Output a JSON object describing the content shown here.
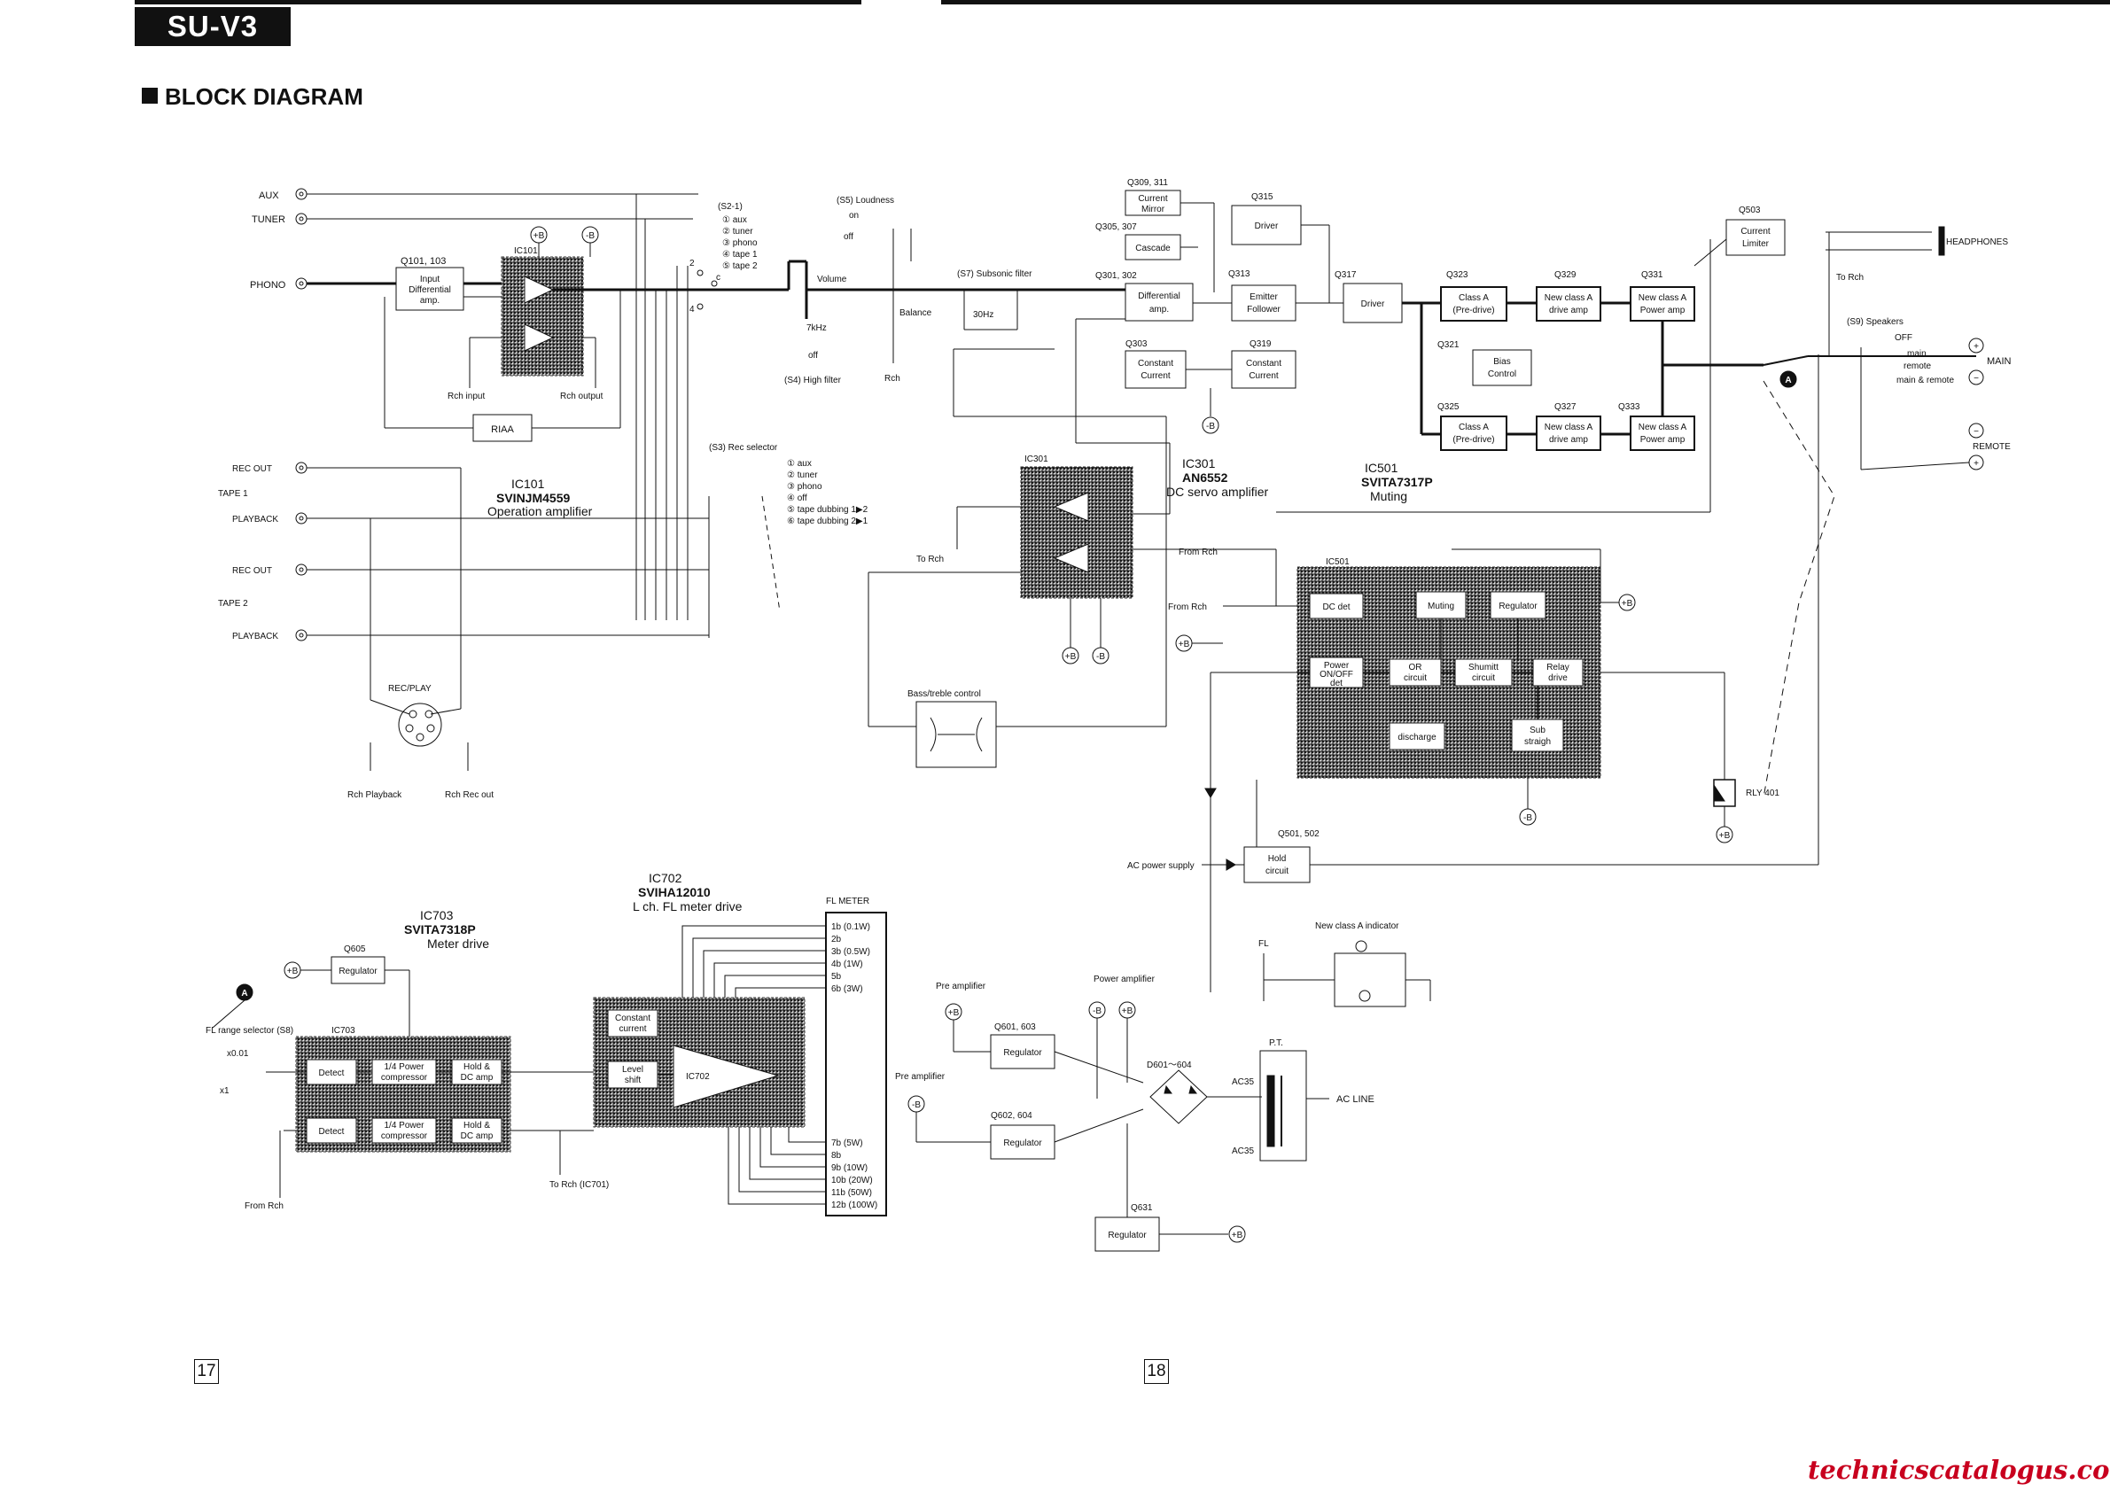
{
  "header": {
    "model": "SU-V3",
    "section_title": "BLOCK DIAGRAM"
  },
  "pages": {
    "left": "17",
    "right": "18"
  },
  "watermark": "technicscatalogus.com",
  "inputs": {
    "aux": "AUX",
    "tuner": "TUNER",
    "phono": "PHONO",
    "rec_out": "REC OUT",
    "playback": "PLAYBACK",
    "tape1": "TAPE 1",
    "tape2": "TAPE 2"
  },
  "ic101": {
    "ref": "IC101",
    "part": "SVINJM4559",
    "desc": "Operation amplifier",
    "ref_box": "IC101"
  },
  "ic301": {
    "ref": "IC301",
    "part": "AN6552",
    "desc": "DC servo amplifier",
    "ref_box": "IC301"
  },
  "ic501": {
    "ref": "IC501",
    "part": "SVITA7317P",
    "desc": "Muting",
    "ref_box": "IC501"
  },
  "ic702": {
    "ref": "IC702",
    "part": "SVIHA12010",
    "desc": "L ch. FL meter drive",
    "ref_box": "IC702"
  },
  "ic703": {
    "ref": "IC703",
    "part": "SVITA7318P",
    "desc": "Meter drive",
    "ref_box": "IC703"
  },
  "blocks": {
    "input_diff": "Input Differential amp.",
    "riaa": "RIAA",
    "current_mirror": "Current Mirror",
    "cascade": "Cascade",
    "differential_amp": "Differential amp.",
    "constant_current": "Constant Current",
    "driver": "Driver",
    "emitter_follower": "Emitter Follower",
    "class_a_pre": "Class A (Pre-drive)",
    "new_class_a_drive": "New class A drive amp",
    "new_class_a_power": "New class A Power amp",
    "bias_control": "Bias Control",
    "current_limiter": "Current Limiter",
    "dc_det": "DC det",
    "muting": "Muting",
    "regulator": "Regulator",
    "power_det": "Power ON/OFF det",
    "or_circuit": "OR circuit",
    "shumitt": "Shumitt circuit",
    "relay_drive": "Relay drive",
    "discharge": "discharge",
    "sub_straigh": "Sub straigh",
    "hold_circuit": "Hold circuit",
    "bass_treble": "Bass/treble control",
    "detect": "Detect",
    "power_comp": "1/4 Power compressor",
    "hold_dc": "Hold & DC amp",
    "constant_current2": "Constant current",
    "level_shift": "Level shift"
  },
  "transistors": {
    "q101": "Q101, 103",
    "q309": "Q309, 311",
    "q305": "Q305, 307",
    "q301": "Q301, 302",
    "q303": "Q303",
    "q315": "Q315",
    "q313": "Q313",
    "q317": "Q317",
    "q319": "Q319",
    "q323": "Q323",
    "q321": "Q321",
    "q325": "Q325",
    "q329": "Q329",
    "q327": "Q327",
    "q331": "Q331",
    "q333": "Q333",
    "q503": "Q503",
    "q501": "Q501, 502",
    "q605": "Q605",
    "q601": "Q601, 603",
    "q602": "Q602, 604",
    "q631": "Q631",
    "d601": "D601～604"
  },
  "switches": {
    "s2": "(S2-1)",
    "s2_items": [
      "① aux",
      "② tuner",
      "③ phono",
      "④ tape 1",
      "⑤ tape 2"
    ],
    "s5": "(S5) Loudness",
    "s7": "(S7) Subsonic filter",
    "s4": "(S4) High filter",
    "s3": "(S3) Rec selector",
    "s3_items": [
      "① aux",
      "② tuner",
      "③ phono",
      "④ off",
      "⑤ tape dubbing 1▶2",
      "⑥ tape dubbing 2▶1"
    ],
    "s9": "(S9) Speakers",
    "s9_items": [
      "OFF",
      "main",
      "remote",
      "main & remote"
    ],
    "s8": "FL range selector (S8)",
    "s8_items": [
      "x0.01",
      "x1"
    ]
  },
  "labels": {
    "volume": "Volume",
    "balance": "Balance",
    "rch": "Rch",
    "rch_input": "Rch input",
    "rch_output": "Rch output",
    "on": "on",
    "off": "off",
    "hz7": "7kHz",
    "hz30": "30Hz",
    "to_rch": "To Rch",
    "from_rch": "From Rch",
    "rec_play": "REC/PLAY",
    "rch_playback": "Rch Playback",
    "rch_recout": "Rch Rec out",
    "headphones": "HEADPHONES",
    "main": "MAIN",
    "remote": "REMOTE",
    "rly": "RLY 401",
    "ac_power": "AC power supply",
    "fl": "FL",
    "new_class_ind": "New class A indicator",
    "pt": "P.T.",
    "ac_line": "AC LINE",
    "pre_amp": "Pre amplifier",
    "power_amp": "Power amplifier",
    "ac35": "AC35",
    "plus_b": "+B",
    "minus_b": "-B",
    "a": "A",
    "fl_meter": "FL METER",
    "to_rch_ic701": "To Rch (IC701)",
    "from_rch2": "From Rch"
  },
  "fl_meter_levels": [
    "1b (0.1W)",
    "2b",
    "3b (0.5W)",
    "4b (1W)",
    "5b",
    "6b (3W)",
    "7b (5W)",
    "8b",
    "9b (10W)",
    "10b (20W)",
    "11b (50W)",
    "12b (100W)"
  ]
}
